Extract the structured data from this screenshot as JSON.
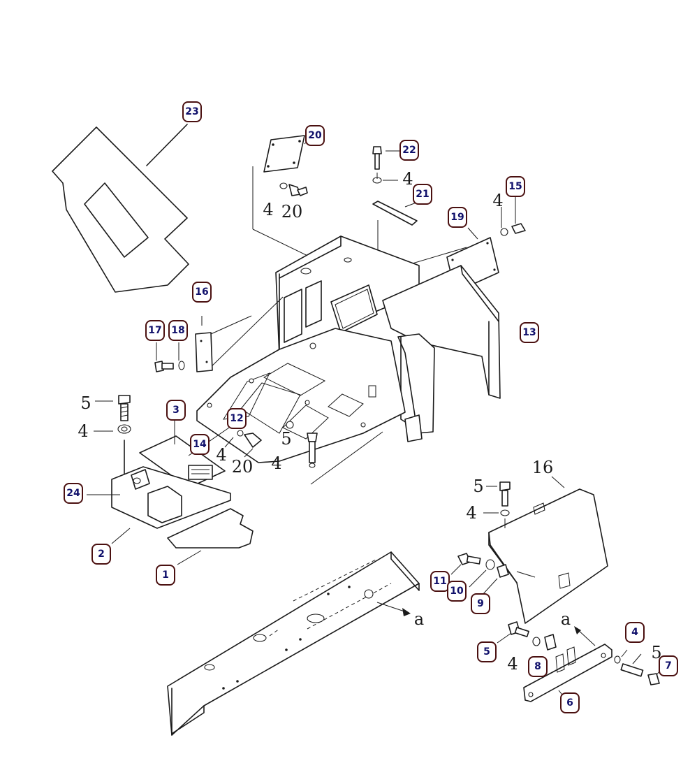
{
  "colors": {
    "callout_border": "#4a1010",
    "callout_number": "#10106b",
    "drawing": "#1a1a1a",
    "background": "#ffffff"
  },
  "callouts": [
    {
      "id": "23",
      "label": "23"
    },
    {
      "id": "20a",
      "label": "20"
    },
    {
      "id": "22",
      "label": "22"
    },
    {
      "id": "21",
      "label": "21"
    },
    {
      "id": "15",
      "label": "15"
    },
    {
      "id": "19",
      "label": "19"
    },
    {
      "id": "16",
      "label": "16"
    },
    {
      "id": "17",
      "label": "17"
    },
    {
      "id": "18",
      "label": "18"
    },
    {
      "id": "13",
      "label": "13"
    },
    {
      "id": "3",
      "label": "3"
    },
    {
      "id": "12",
      "label": "12"
    },
    {
      "id": "14",
      "label": "14"
    },
    {
      "id": "24",
      "label": "24"
    },
    {
      "id": "2",
      "label": "2"
    },
    {
      "id": "1",
      "label": "1"
    },
    {
      "id": "11",
      "label": "11"
    },
    {
      "id": "10",
      "label": "10"
    },
    {
      "id": "9",
      "label": "9"
    },
    {
      "id": "5",
      "label": "5"
    },
    {
      "id": "8",
      "label": "8"
    },
    {
      "id": "4",
      "label": "4"
    },
    {
      "id": "7",
      "label": "7"
    },
    {
      "id": "6",
      "label": "6"
    }
  ],
  "annotations": [
    {
      "id": "a_4_top",
      "label": "4"
    },
    {
      "id": "a_20_top",
      "label": "20"
    },
    {
      "id": "a_4_22",
      "label": "4"
    },
    {
      "id": "a_4_15",
      "label": "4"
    },
    {
      "id": "a_5_left",
      "label": "5"
    },
    {
      "id": "a_4_left",
      "label": "4"
    },
    {
      "id": "a_4_mid",
      "label": "4"
    },
    {
      "id": "a_20_mid",
      "label": "20"
    },
    {
      "id": "a_5_mid",
      "label": "5"
    },
    {
      "id": "a_4_mid2",
      "label": "4"
    },
    {
      "id": "a_16_right",
      "label": "16"
    },
    {
      "id": "a_5_right",
      "label": "5"
    },
    {
      "id": "a_4_right",
      "label": "4"
    },
    {
      "id": "a_a_frame",
      "label": "a"
    },
    {
      "id": "a_a_plate",
      "label": "a"
    },
    {
      "id": "a_4_low",
      "label": "4"
    },
    {
      "id": "a_5_low",
      "label": "5"
    }
  ]
}
